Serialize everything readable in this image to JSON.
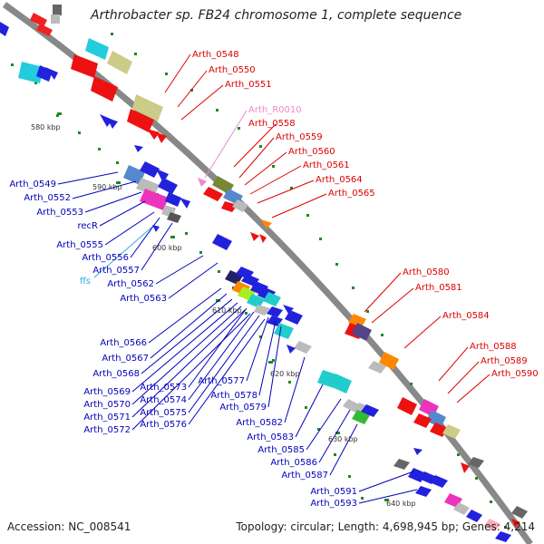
{
  "header": {
    "title": "Arthrobacter sp. FB24 chromosome 1, complete sequence"
  },
  "footer": {
    "accession": "Accession: NC_008541",
    "summary": "Topology: circular; Length: 4,698,945 bp; Genes: 4,214"
  },
  "colors": {
    "backbone": "#888888",
    "plus_label": "#dd0000",
    "minus_label": "#0000bb",
    "rna_label": "#ee88cc",
    "ffs_label": "#33aadd",
    "tick": "#228822"
  },
  "scale_labels": [
    "580 kbp",
    "590 kbp",
    "600 kbp",
    "610 kbp",
    "620 kbp",
    "630 kbp",
    "640 kbp"
  ],
  "labels_right": [
    "Arth_0548",
    "Arth_0550",
    "Arth_0551",
    "Arth_R0010",
    "Arth_0558",
    "Arth_0559",
    "Arth_0560",
    "Arth_0561",
    "Arth_0564",
    "Arth_0565",
    "Arth_0580",
    "Arth_0581",
    "Arth_0584",
    "Arth_0588",
    "Arth_0589",
    "Arth_0590"
  ],
  "labels_left": [
    "Arth_0549",
    "Arth_0552",
    "Arth_0553",
    "recR",
    "Arth_0555",
    "Arth_0556",
    "ffs",
    "Arth_0557",
    "Arth_0562",
    "Arth_0563",
    "Arth_0566",
    "Arth_0567",
    "Arth_0568",
    "Arth_0569",
    "Arth_0573",
    "Arth_0577",
    "Arth_0570",
    "Arth_0574",
    "Arth_0578",
    "Arth_0571",
    "Arth_0575",
    "Arth_0579",
    "Arth_0572",
    "Arth_0576",
    "Arth_0582",
    "Arth_0583",
    "Arth_0585",
    "Arth_0586",
    "Arth_0587",
    "Arth_0591",
    "Arth_0593"
  ]
}
